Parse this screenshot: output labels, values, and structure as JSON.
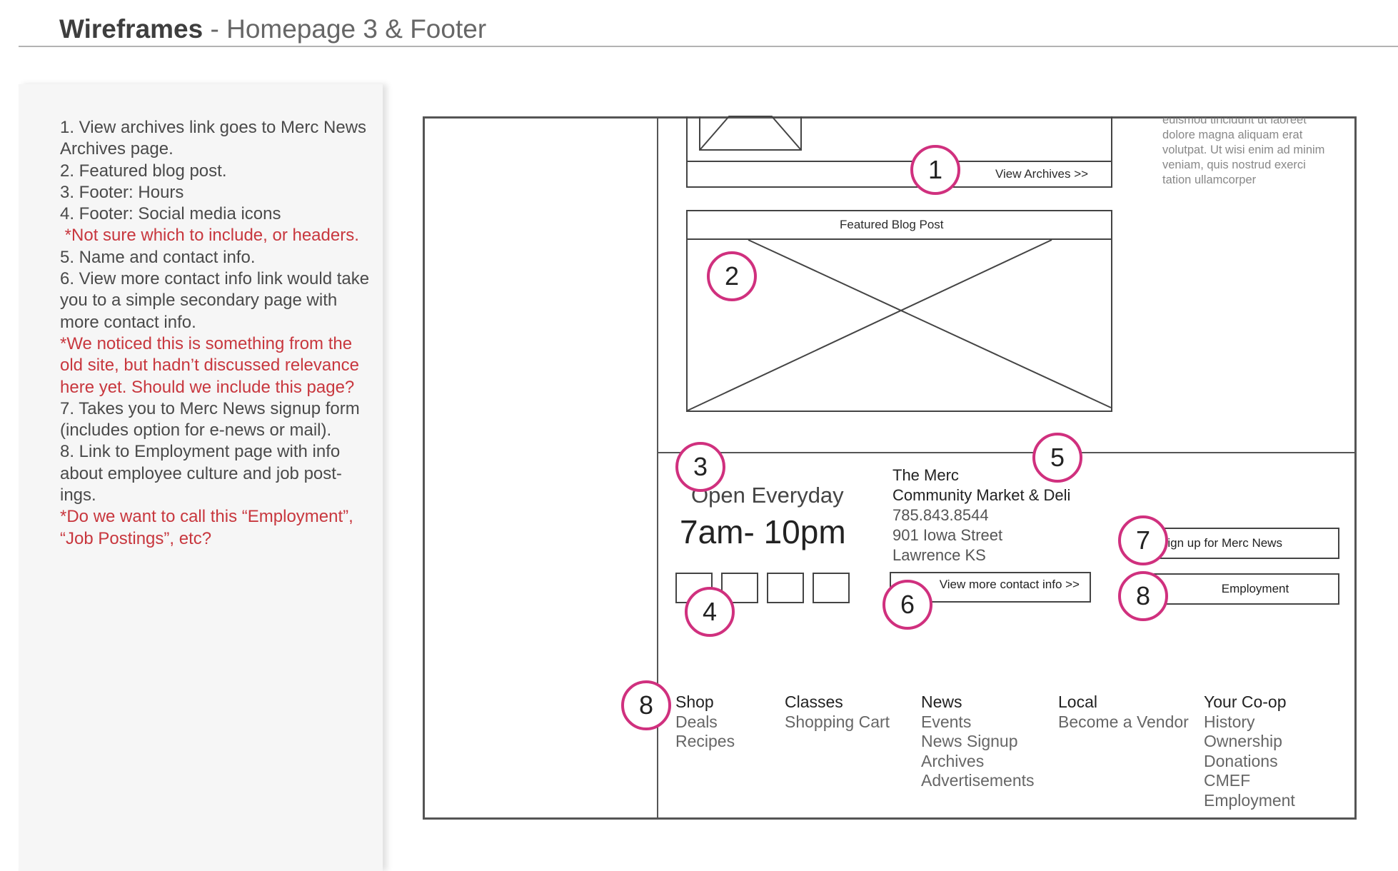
{
  "header": {
    "title_bold": "Wireframes",
    "title_rest": " - Homepage 3 & Footer"
  },
  "notes": [
    {
      "text": "1. View archives link goes to Merc News Archives page.",
      "color": "normal"
    },
    {
      "text": "2. Featured blog post.",
      "color": "normal"
    },
    {
      "text": "3. Footer: Hours",
      "color": "normal"
    },
    {
      "text": "4. Footer: Social media icons",
      "color": "normal"
    },
    {
      "text": " *Not sure which to include, or headers.",
      "color": "red"
    },
    {
      "text": "5. Name and contact info.",
      "color": "normal"
    },
    {
      "text": "6. View more contact info link would take you to a simple secondary page with more contact info.",
      "color": "normal"
    },
    {
      "text": "*We noticed this is something from the old site, but hadn’t discussed relevance here yet. Should we include this page?",
      "color": "red"
    },
    {
      "text": "7. Takes you to Merc News signup form (includes option for e-news or mail).",
      "color": "normal"
    },
    {
      "text": "8. Link to Employment page with info about employee culture and job post-ings.",
      "color": "normal"
    },
    {
      "text": "*Do we want to call this “Employment”, “Job Postings”, etc?",
      "color": "red"
    }
  ],
  "wireframe": {
    "view_archives": "View Archives >>",
    "featured_blog_post": "Featured Blog Post",
    "lorem": "euismod tincidunt ut laoreet dolore magna aliquam erat volutpat. Ut wisi enim ad minim veniam, quis nostrud exerci tation ullamcorper",
    "hours_label": "Open Everyday",
    "hours_time": "7am- 10pm",
    "contact_name": "The Merc",
    "contact_name2": "Community Market & Deli",
    "contact_phone": "785.843.8544",
    "contact_street": "901 Iowa Street",
    "contact_city": "Lawrence KS",
    "view_more_contact": "View more contact info >>",
    "signup_button": "Sign up for Merc News",
    "employment_button": "Employment",
    "footer_nav": [
      {
        "heading": "Shop",
        "items": [
          "Deals",
          "Recipes"
        ]
      },
      {
        "heading": "Classes",
        "items": [
          "Shopping Cart"
        ]
      },
      {
        "heading": "News",
        "items": [
          "Events",
          "News Signup",
          "Archives",
          "Advertisements"
        ]
      },
      {
        "heading": "Local",
        "items": [
          "Become a Vendor"
        ]
      },
      {
        "heading": "Your Co-op",
        "items": [
          "History",
          "Ownership",
          "Donations",
          "CMEF",
          "Employment"
        ]
      }
    ],
    "markers": [
      "1",
      "2",
      "3",
      "4",
      "5",
      "6",
      "7",
      "8",
      "8"
    ]
  },
  "colors": {
    "marker": "#d0307e",
    "note_red": "#c8373e"
  }
}
